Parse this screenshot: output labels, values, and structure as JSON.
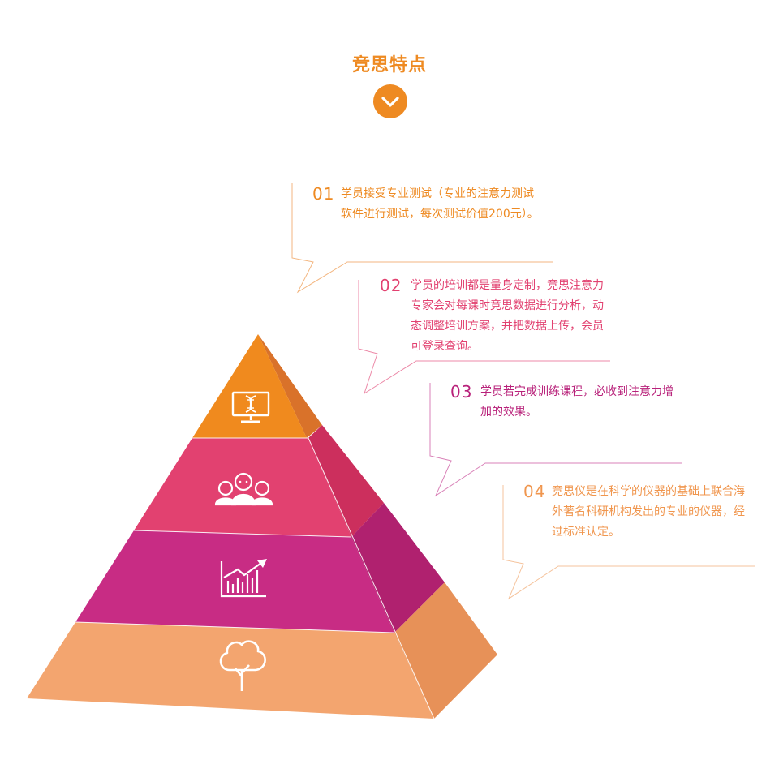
{
  "title": "竞思特点",
  "colors": {
    "title": "#ee8a22",
    "tier1_front": "#f08a1e",
    "tier1_side": "#d9722a",
    "tier2_front": "#e24170",
    "tier2_side": "#cc2f5d",
    "tier3_front": "#c82c84",
    "tier3_side": "#b0216f",
    "tier4_front": "#f3a56f",
    "tier4_side": "#e79158"
  },
  "callouts": [
    {
      "num": "01",
      "text": "学员接受专业测试（专业的注意力测试软件进行测试，每次测试价值200元）。",
      "color": "#ee8a22",
      "line": "#f3b680"
    },
    {
      "num": "02",
      "text": "学员的培训都是量身定制，竞思注意力专家会对每课时竞思数据进行分析，动态调整培训方案，并把数据上传，会员可登录查询。",
      "color": "#e24170",
      "line": "#ec8aa8"
    },
    {
      "num": "03",
      "text": "学员若完成训练课程，必收到注意力增加的效果。",
      "color": "#b8217a",
      "line": "#d982b8"
    },
    {
      "num": "04",
      "text": "竞思仪是在科学的仪器的基础上联合海外著名科研机构发出的专业的仪器，经过标准认定。",
      "color": "#f0964e",
      "line": "#f5c39c"
    }
  ],
  "tiers": [
    {
      "icon": "monitor-dna-icon"
    },
    {
      "icon": "people-group-icon"
    },
    {
      "icon": "growth-chart-icon"
    },
    {
      "icon": "tree-icon"
    }
  ]
}
